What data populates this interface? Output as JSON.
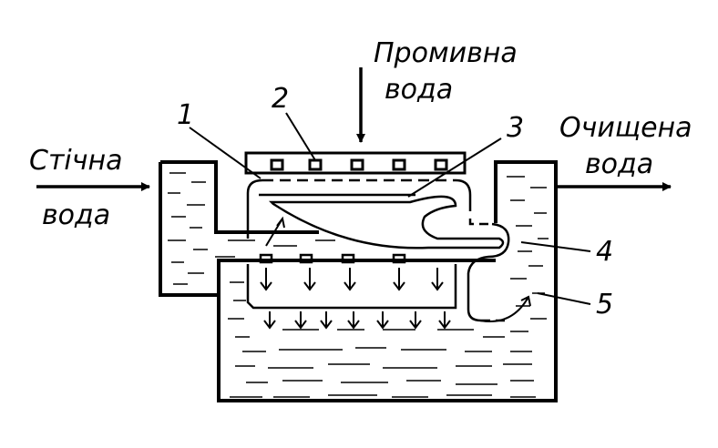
{
  "labels": {
    "wash_water_line1": "Промивна",
    "wash_water_line2": "вода",
    "waste_water_line1": "Стічна",
    "waste_water_line2": "вода",
    "clean_water_line1": "Очищена",
    "clean_water_line2": "вода"
  },
  "numbers": {
    "n1": "1",
    "n2": "2",
    "n3": "3",
    "n4": "4",
    "n5": "5"
  }
}
